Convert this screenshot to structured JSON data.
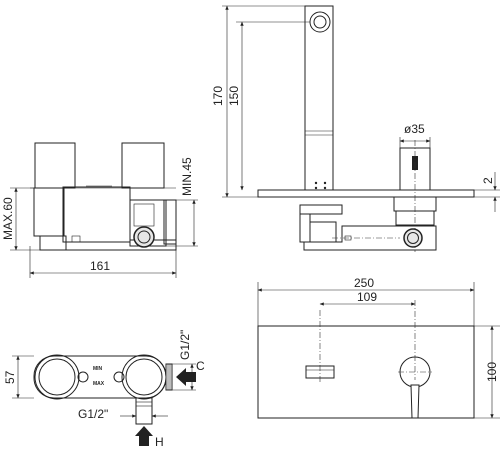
{
  "front_view": {
    "width_label": "161",
    "max_height_label": "MAX.60",
    "min_depth_label": "MIN.45"
  },
  "side_view": {
    "height_170_label": "170",
    "height_150_label": "150",
    "diameter_label": "ø35",
    "plate_thickness_label": "2"
  },
  "top_view": {
    "depth_label": "57",
    "thread_right_label": "G1/2\"",
    "thread_bottom_label": "G1/2\"",
    "min_marking": "MIN",
    "max_marking": "MAX",
    "cold_inlet_label": "C",
    "hot_inlet_label": "H"
  },
  "plate_view": {
    "width_label": "250",
    "spout_offset_label": "109",
    "height_label": "100"
  }
}
